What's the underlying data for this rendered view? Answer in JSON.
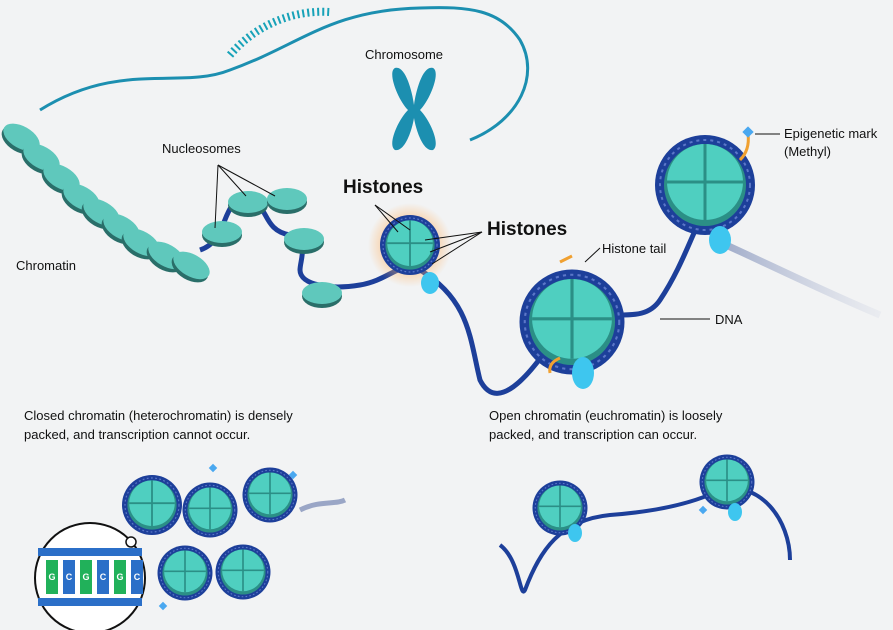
{
  "labels": {
    "chromosome": "Chromosome",
    "nucleosomes": "Nucleosomes",
    "chromatin": "Chromatin",
    "histones_1": "Histones",
    "histones_2": "Histones",
    "histone_tail": "Histone tail",
    "dna": "DNA",
    "epigenetic_mark_line1": "Epigenetic mark",
    "epigenetic_mark_line2": "(Methyl)"
  },
  "captions": {
    "closed": "Closed chromatin (heterochromatin) is densely\npacked, and transcription cannot occur.",
    "open": "Open chromatin (euchromatin) is loosely\npacked, and transcription can occur."
  },
  "dna_bases": [
    "G",
    "C",
    "G",
    "C",
    "G",
    "C"
  ],
  "colors": {
    "background": "#f2f3f4",
    "histone_fill": "#4fcfc0",
    "histone_dark": "#2b8f86",
    "dna_wrap": "#1d3f9a",
    "chromosome": "#1c8fb0",
    "tail": "#f0a030",
    "mark": "#4aa8f0"
  }
}
